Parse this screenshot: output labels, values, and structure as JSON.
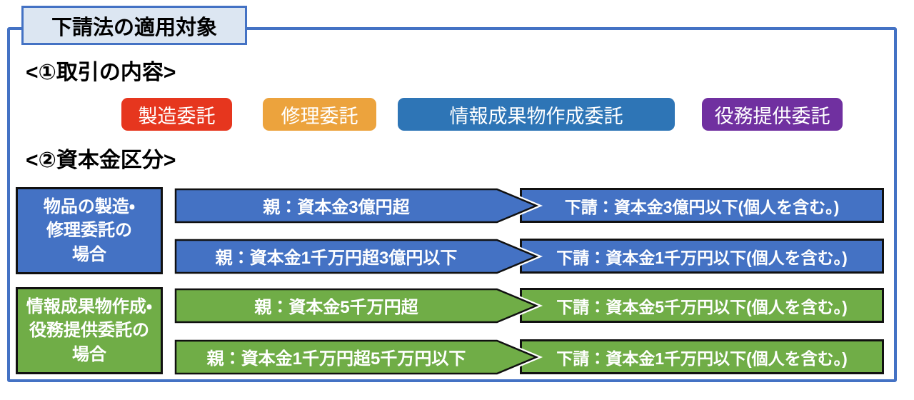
{
  "page": {
    "title": "下請法の適用対象",
    "frame_border_color": "#4472C4",
    "title_fill_color": "#DCE6F2"
  },
  "transaction_section": {
    "heading": "<①取引の内容>",
    "badges": [
      {
        "label": "製造委託",
        "color": "#E6361E"
      },
      {
        "label": "修理委託",
        "color": "#ECA33D"
      },
      {
        "label": "情報成果物作成委託",
        "color": "#2E75B6"
      },
      {
        "label": "役務提供委託",
        "color": "#7030A0"
      }
    ]
  },
  "capital_section": {
    "heading": "<②資本金区分>",
    "groups": [
      {
        "category": "物品の製造・\n修理委託の\n場合",
        "color": "#4472C4",
        "rows": [
          {
            "parent": "親：資本金3億円超",
            "subcontractor": "下請：資本金3億円以下(個人を含む。)"
          },
          {
            "parent": "親：資本金1千万円超3億円以下",
            "subcontractor": "下請：資本金1千万円以下(個人を含む。)"
          }
        ]
      },
      {
        "category": "情報成果物作成・\n役務提供委託の\n場合",
        "color": "#70AD47",
        "rows": [
          {
            "parent": "親：資本金5千万円超",
            "subcontractor": "下請：資本金5千万円以下(個人を含む。)"
          },
          {
            "parent": "親：資本金1千万円超5千万円以下",
            "subcontractor": "下請：資本金1千万円以下(個人を含む。)"
          }
        ]
      }
    ]
  }
}
